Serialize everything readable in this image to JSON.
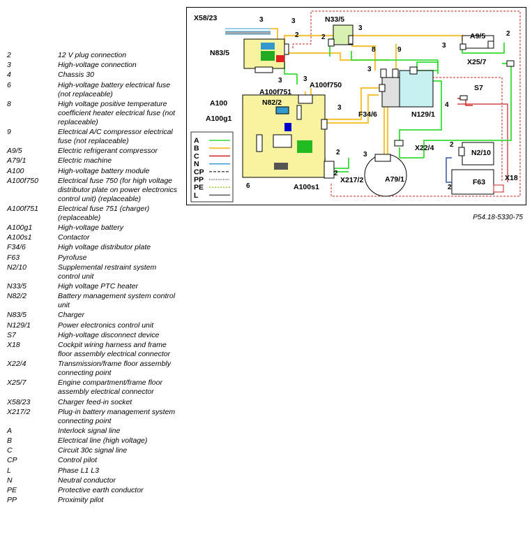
{
  "legend": [
    {
      "code": "2",
      "desc": "12 V plug connection"
    },
    {
      "code": "3",
      "desc": "High-voltage connection"
    },
    {
      "code": "4",
      "desc": "Chassis 30"
    },
    {
      "code": "6",
      "desc": "High-voltage battery electrical fuse (not replaceable)"
    },
    {
      "code": "8",
      "desc": "High voltage positive temperature coefficient heater electrical fuse (not replaceable)"
    },
    {
      "code": "9",
      "desc": "Electrical A/C compressor electrical fuse (not replaceable)"
    },
    {
      "code": "A9/5",
      "desc": "Electric refrigerant compressor"
    },
    {
      "code": "A79/1",
      "desc": "Electric machine"
    },
    {
      "code": "A100",
      "desc": "High-voltage battery module"
    },
    {
      "code": "A100f750",
      "desc": "Electrical fuse 750 (for high voltage distributor plate on power electronics control unit) (replaceable)"
    },
    {
      "code": "A100f751",
      "desc": "Electrical fuse 751 (charger) (replaceable)"
    },
    {
      "code": "A100g1",
      "desc": "High-voltage battery"
    },
    {
      "code": "A100s1",
      "desc": "Contactor"
    },
    {
      "code": "F34/6",
      "desc": "High voltage distributor plate"
    },
    {
      "code": "F63",
      "desc": "Pyrofuse"
    },
    {
      "code": "N2/10",
      "desc": "Supplemental restraint system control unit"
    },
    {
      "code": "N33/5",
      "desc": "High voltage PTC heater"
    },
    {
      "code": "N82/2",
      "desc": "Battery management system control unit"
    },
    {
      "code": "N83/5",
      "desc": "Charger"
    },
    {
      "code": "N129/1",
      "desc": "Power electronics control unit"
    },
    {
      "code": "S7",
      "desc": "High-voltage disconnect device"
    },
    {
      "code": "X18",
      "desc": "Cockpit wiring harness and frame floor assembly electrical connector"
    },
    {
      "code": "X22/4",
      "desc": "Transmission/frame floor assembly connecting point"
    },
    {
      "code": "X25/7",
      "desc": "Engine compartment/frame floor assembly electrical connector"
    },
    {
      "code": "X58/23",
      "desc": "Charger feed-in socket"
    },
    {
      "code": "X217/2",
      "desc": "Plug-in battery management system connecting point"
    },
    {
      "code": "A",
      "desc": "Interlock signal line"
    },
    {
      "code": "B",
      "desc": "Electrical line (high voltage)"
    },
    {
      "code": "C",
      "desc": "Circuit 30c signal line"
    },
    {
      "code": "CP",
      "desc": "Control pilot"
    },
    {
      "code": "L",
      "desc": "Phase L1  L3"
    },
    {
      "code": "N",
      "desc": "Neutral conductor"
    },
    {
      "code": "PE",
      "desc": "Protective earth conductor"
    },
    {
      "code": "PP",
      "desc": "Proximity pilot"
    }
  ],
  "diagram": {
    "labels": {
      "x58_23": "X58/23",
      "n83_5": "N83/5",
      "n33_5": "N33/5",
      "a9_5": "A9/5",
      "x25_7": "X25/7",
      "a100": "A100",
      "a100f751": "A100f751",
      "a100f750": "A100f750",
      "n82_2": "N82/2",
      "a100g1": "A100g1",
      "f34_6": "F34/6",
      "n129_1": "N129/1",
      "s7": "S7",
      "x22_4": "X22/4",
      "n2_10": "N2/10",
      "x217_2": "X217/2",
      "a79_1": "A79/1",
      "f63": "F63",
      "x18": "X18",
      "a100s1": "A100s1"
    },
    "numbers": {
      "n3": "3",
      "n2": "2",
      "n4": "4",
      "n6": "6",
      "n8": "8",
      "n9": "9"
    },
    "line_legend": [
      "A",
      "B",
      "C",
      "N",
      "CP",
      "PP",
      "PE",
      "L"
    ]
  },
  "colors": {
    "interlock": "#33dd33",
    "high_voltage": "#f5c542",
    "circuit30c": "#cc2222",
    "neutral": "#3399cc",
    "battery_module": "#f7f3a0",
    "pe": "#99cc33",
    "phase": "#777777"
  },
  "reference_code": "P54.18-5330-75"
}
